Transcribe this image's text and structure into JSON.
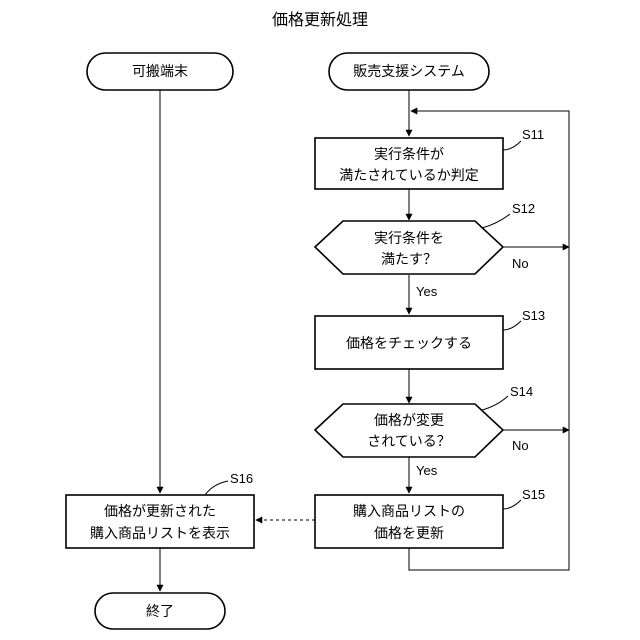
{
  "title": "価格更新処理",
  "lanes": {
    "left": "可搬端末",
    "right": "販売支援システム"
  },
  "steps": {
    "s11": {
      "id": "S11",
      "line1": "実行条件が",
      "line2": "満たされているか判定"
    },
    "s12": {
      "id": "S12",
      "line1": "実行条件を",
      "line2": "満たす？",
      "yes": "Yes",
      "no": "No"
    },
    "s13": {
      "id": "S13",
      "line1": "価格をチェックする"
    },
    "s14": {
      "id": "S14",
      "line1": "価格が変更",
      "line2": "されている？",
      "yes": "Yes",
      "no": "No"
    },
    "s15": {
      "id": "S15",
      "line1": "購入商品リストの",
      "line2": "価格を更新"
    },
    "s16": {
      "id": "S16",
      "line1": "価格が更新された",
      "line2": "購入商品リストを表示"
    }
  },
  "end": "終了"
}
